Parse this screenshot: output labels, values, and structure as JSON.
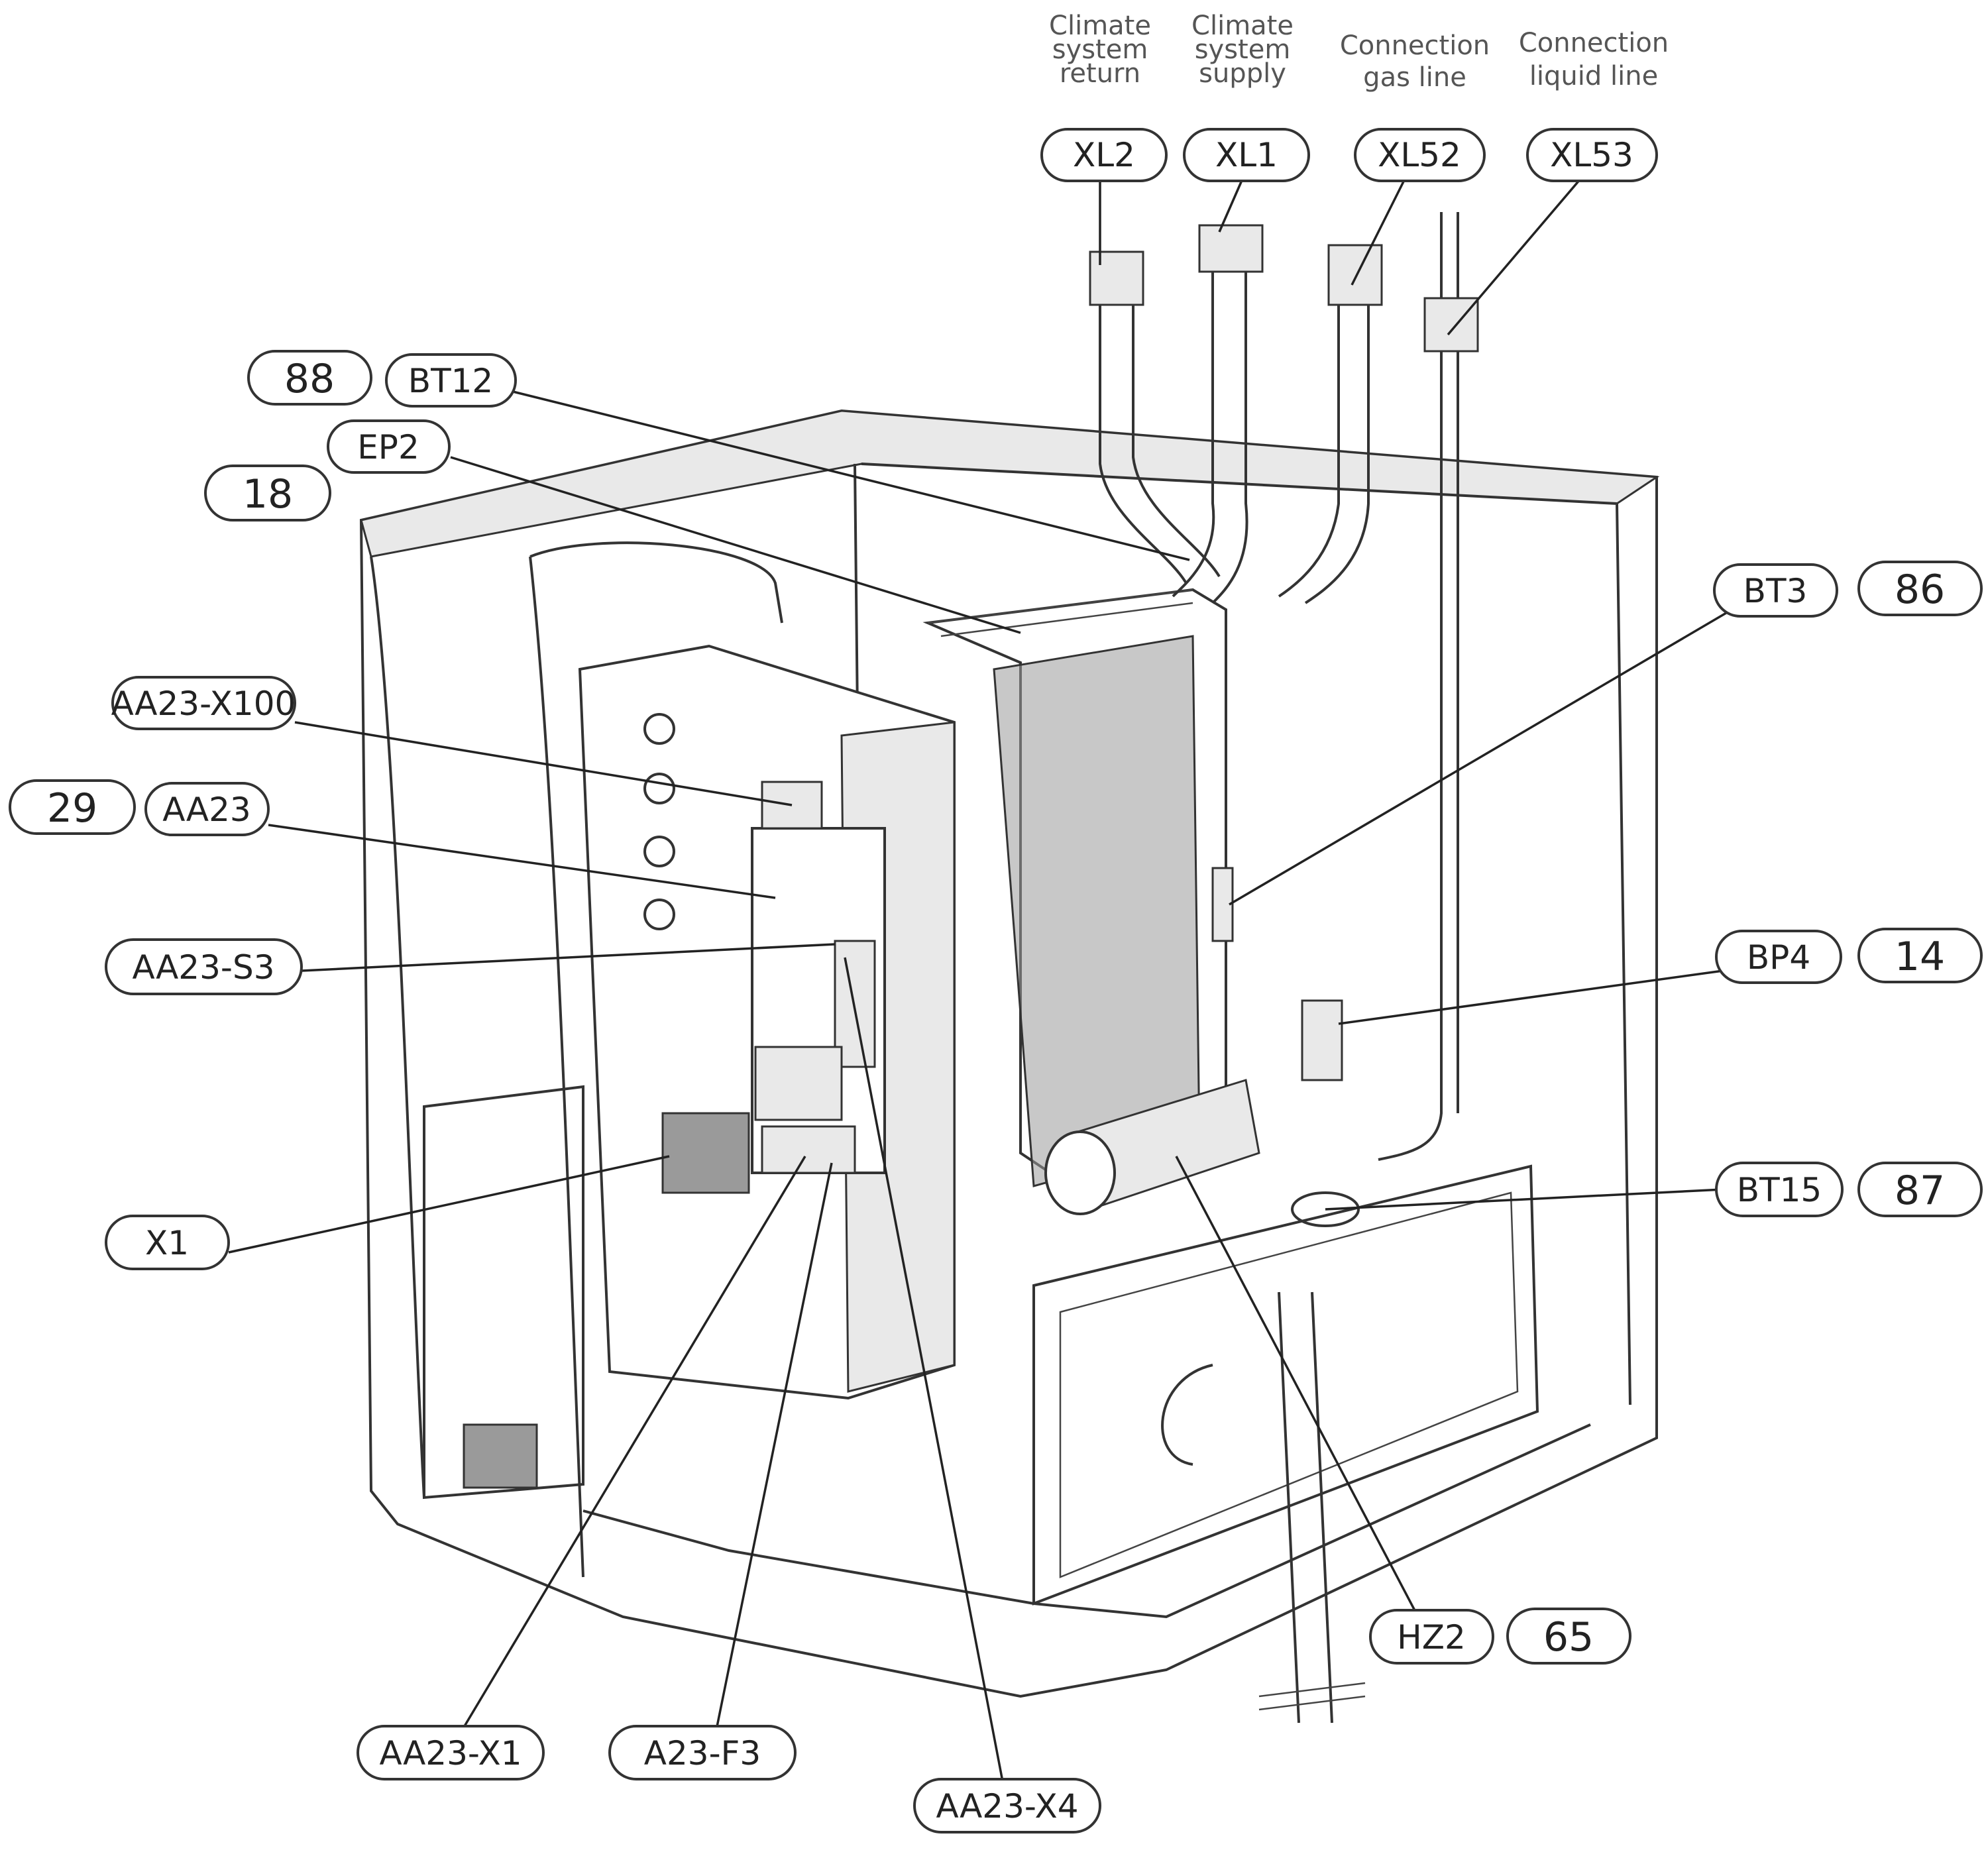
{
  "headers": {
    "climate_return": [
      "Climate",
      "system",
      "return"
    ],
    "climate_supply": [
      "Climate",
      "system",
      "supply"
    ],
    "gas_line": [
      "Connection",
      "gas line"
    ],
    "liquid_line": [
      "Connection",
      "liquid line"
    ]
  },
  "labels": {
    "xl2": "XL2",
    "xl1": "XL1",
    "xl52": "XL52",
    "xl53": "XL53",
    "n88": "88",
    "bt12": "BT12",
    "ep2": "EP2",
    "n18": "18",
    "bt3": "BT3",
    "n86": "86",
    "aa23_x100": "AA23-X100",
    "n29": "29",
    "aa23": "AA23",
    "aa23_s3": "AA23-S3",
    "bp4": "BP4",
    "n14": "14",
    "bt15": "BT15",
    "n87": "87",
    "x1": "X1",
    "hz2": "HZ2",
    "n65": "65",
    "aa23_x1": "AA23-X1",
    "a23_f3": "A23-F3",
    "aa23_x4": "AA23-X4"
  }
}
